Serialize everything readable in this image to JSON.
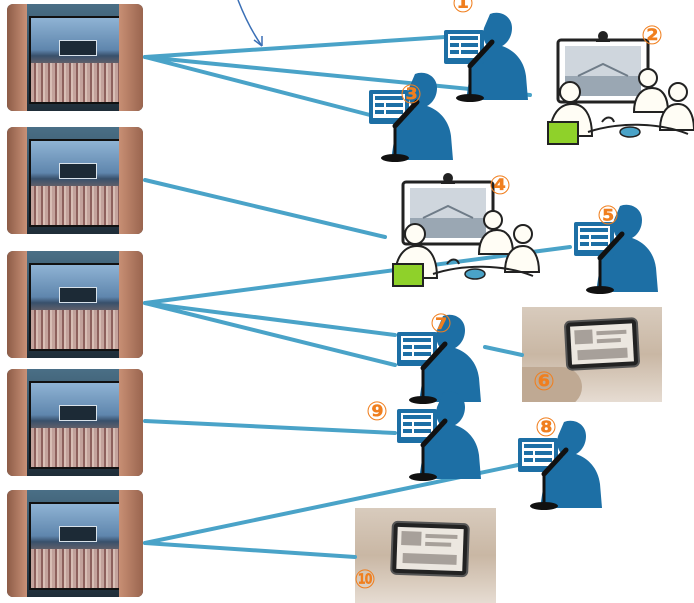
{
  "markers": {
    "m1": "①",
    "m2": "②",
    "m3": "③",
    "m4": "④",
    "m5": "⑤",
    "m6": "⑥",
    "m7": "⑦",
    "m8": "⑧",
    "m9": "⑨",
    "m10": "⑩"
  },
  "colors": {
    "link": "#4aa3c8",
    "marker": "#f07f1f",
    "person": "#1d6fa5",
    "arrow": "#3a6fb5",
    "accent_green": "#8fd12a"
  },
  "icons": {
    "source": "phone-camera-icon",
    "viewer": "presenter-at-monitor-icon",
    "room": "video-conference-room-icon",
    "tablet": "tablet-viewer-photo-icon"
  }
}
